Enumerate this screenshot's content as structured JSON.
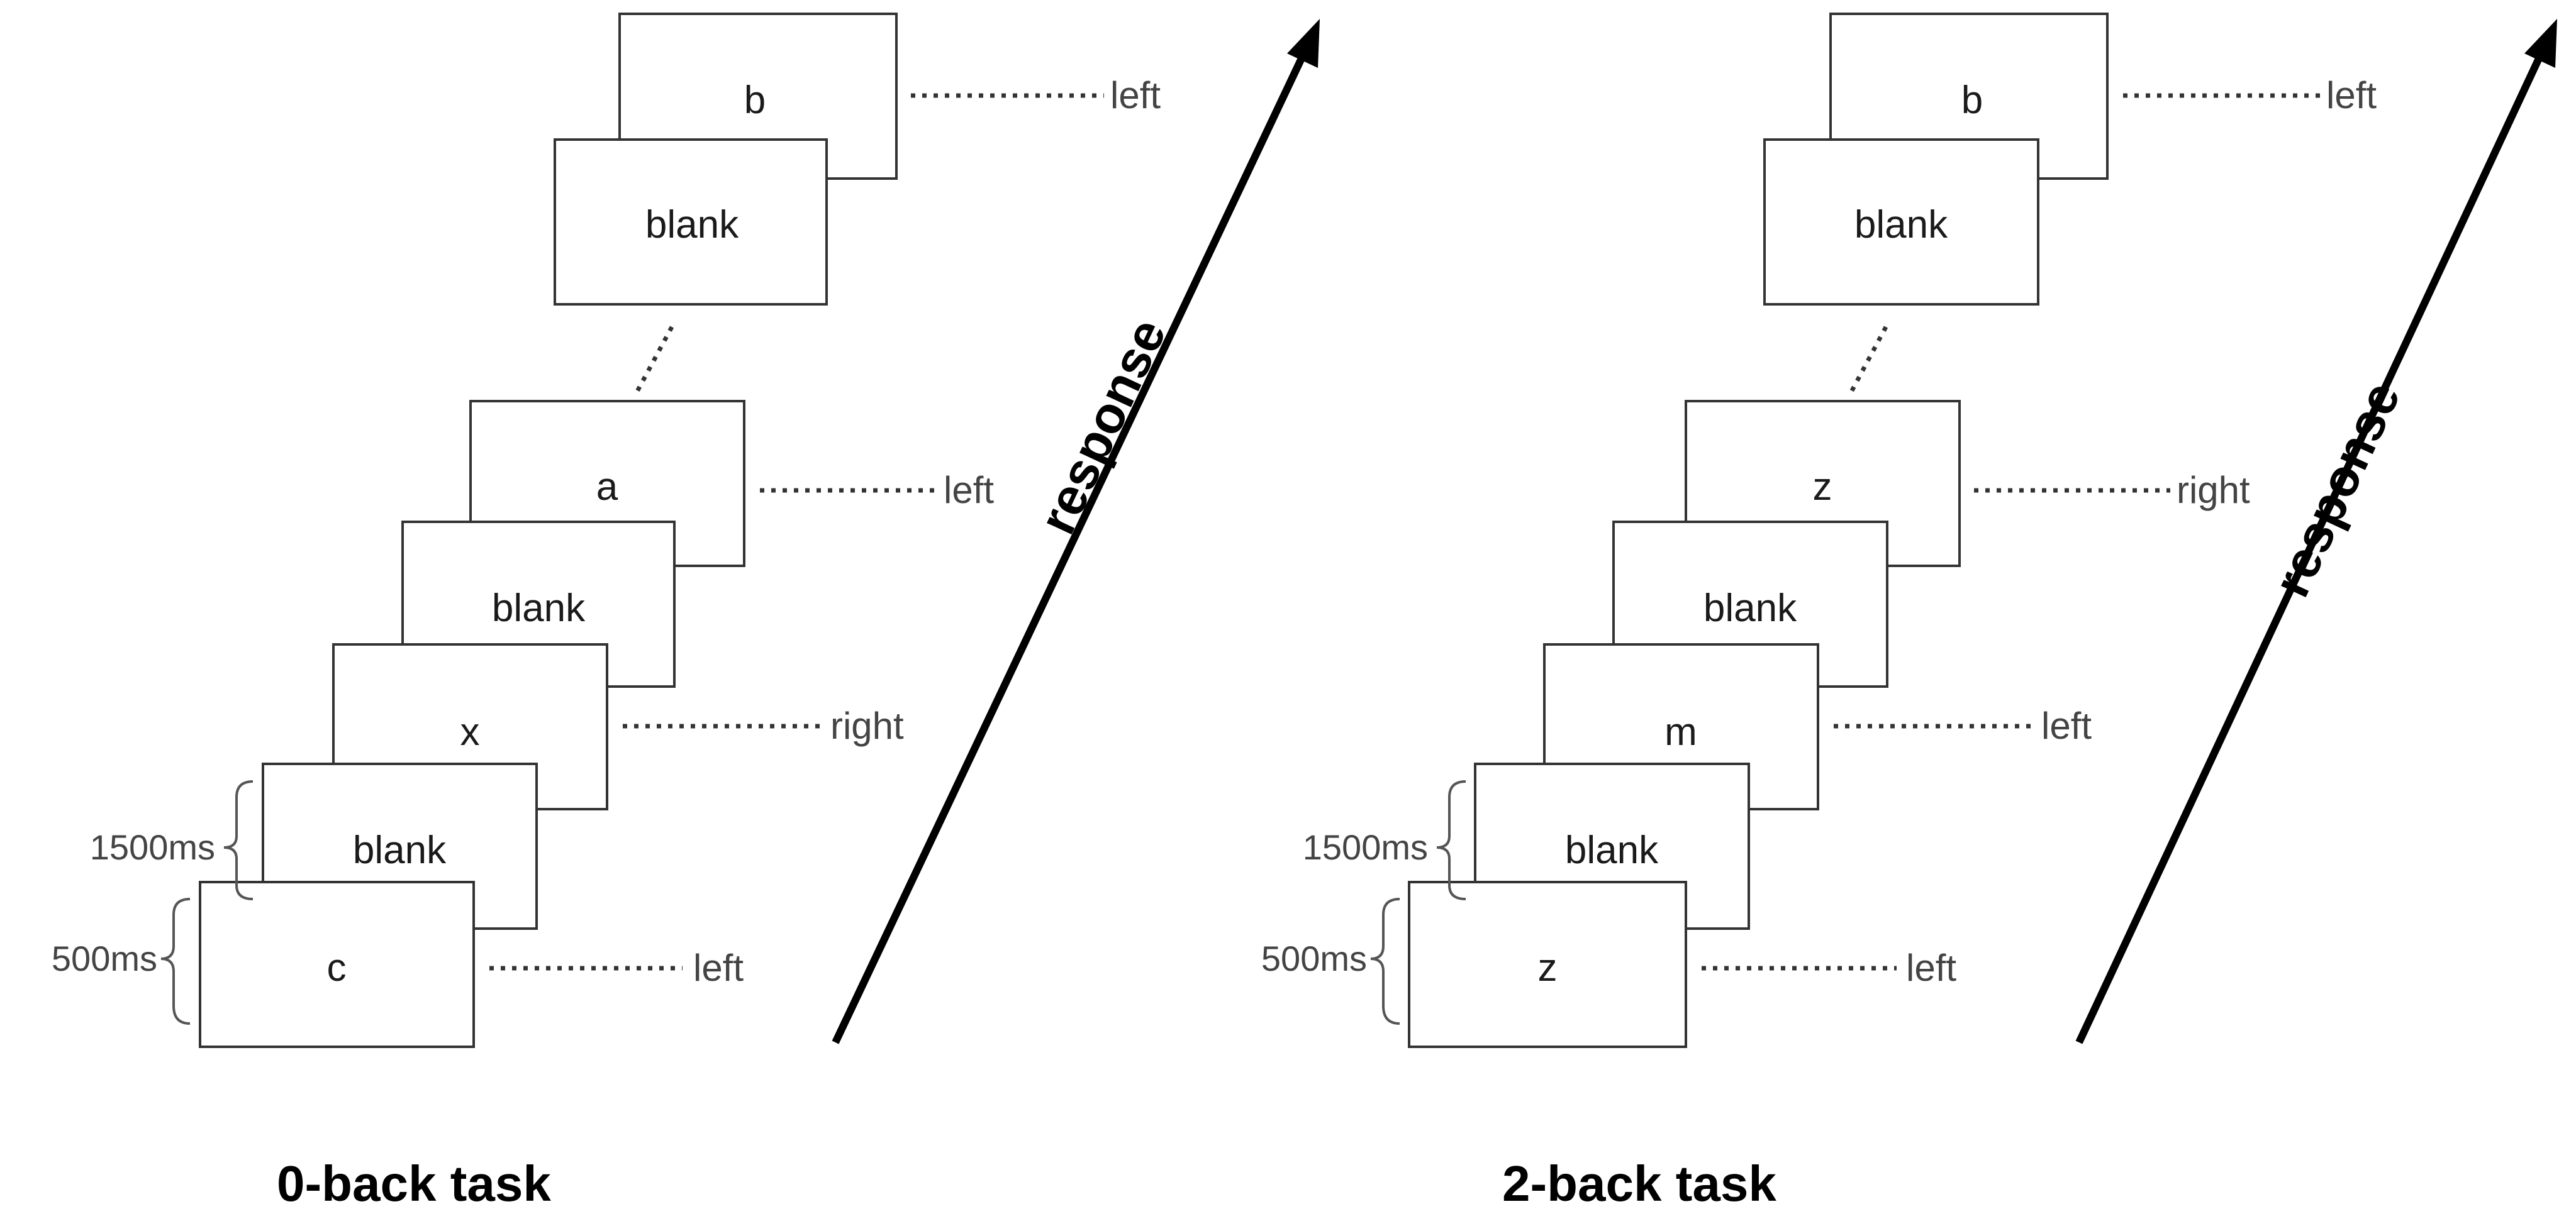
{
  "panels": [
    {
      "title": "0-back task",
      "arrow_label": "response",
      "timing_labels": [
        "500ms",
        "1500ms"
      ],
      "top_frames": [
        {
          "stimulus": "b",
          "response": "left"
        },
        {
          "stimulus": "blank",
          "response": ""
        }
      ],
      "bottom_frames": [
        {
          "stimulus": "a",
          "response": "left"
        },
        {
          "stimulus": "blank",
          "response": ""
        },
        {
          "stimulus": "x",
          "response": "right"
        },
        {
          "stimulus": "blank",
          "response": ""
        },
        {
          "stimulus": "c",
          "response": "left"
        }
      ]
    },
    {
      "title": "2-back task",
      "arrow_label": "response",
      "timing_labels": [
        "500ms",
        "1500ms"
      ],
      "top_frames": [
        {
          "stimulus": "b",
          "response": "left"
        },
        {
          "stimulus": "blank",
          "response": ""
        }
      ],
      "bottom_frames": [
        {
          "stimulus": "z",
          "response": "right"
        },
        {
          "stimulus": "blank",
          "response": ""
        },
        {
          "stimulus": "m",
          "response": "left"
        },
        {
          "stimulus": "blank",
          "response": ""
        },
        {
          "stimulus": "z",
          "response": "left"
        }
      ]
    }
  ]
}
